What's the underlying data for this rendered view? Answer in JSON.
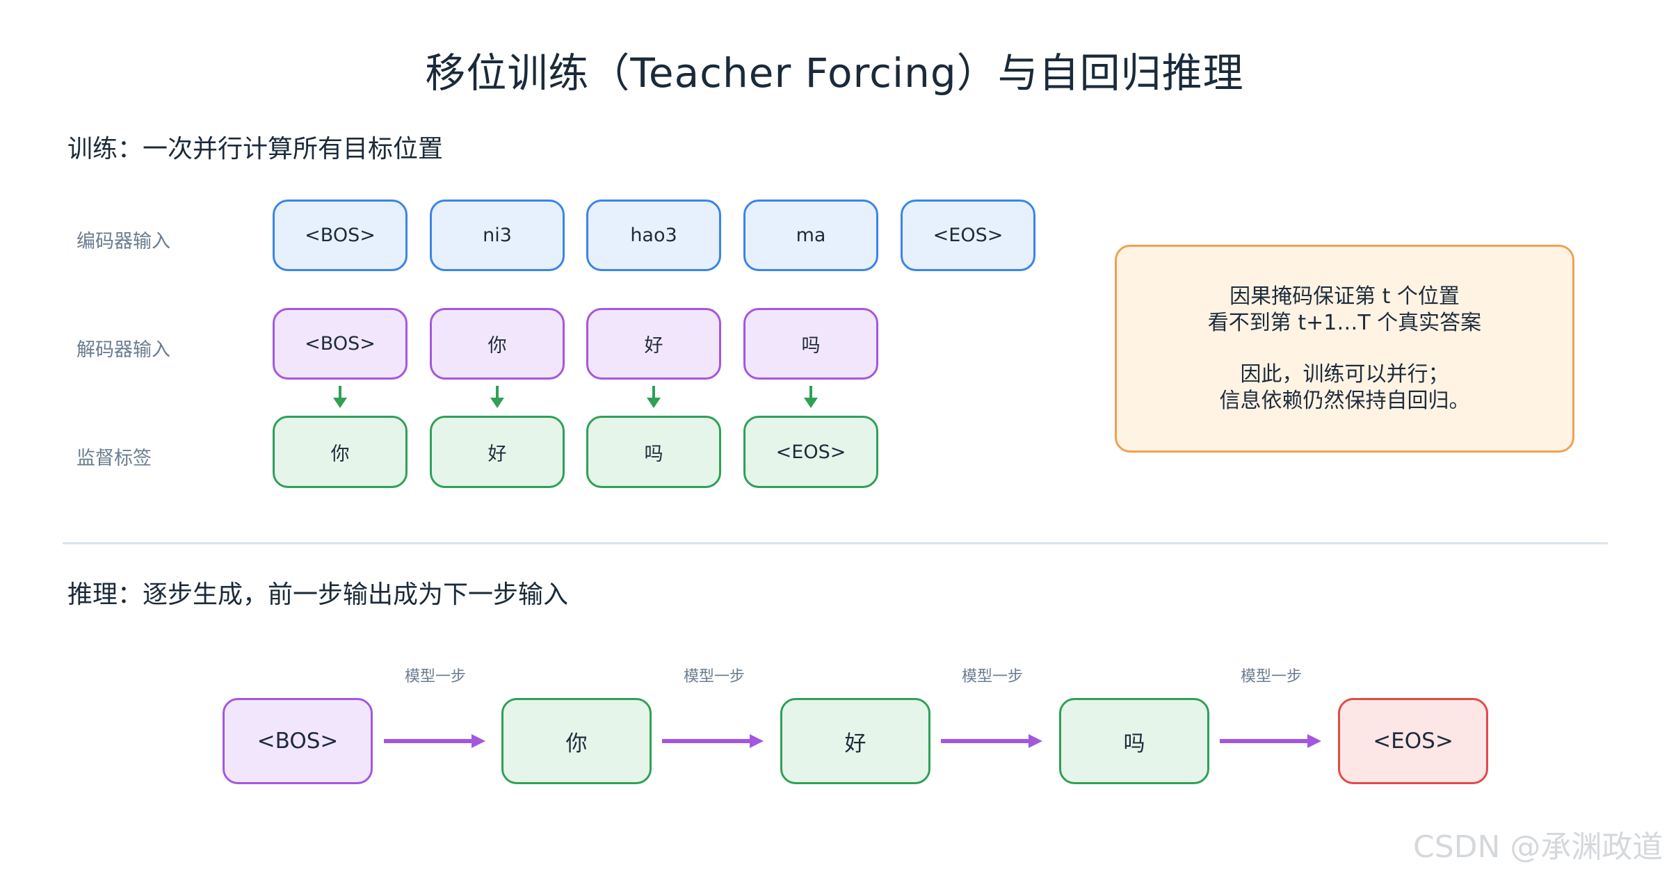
{
  "title": "移位训练（Teacher Forcing）与自回归推理",
  "training": {
    "heading": "训练：一次并行计算所有目标位置",
    "rows": {
      "encoder_label": "编码器输入",
      "decoder_label": "解码器输入",
      "supervision_label": "监督标签"
    },
    "encoder_tokens": [
      "<BOS>",
      "ni3",
      "hao3",
      "ma",
      "<EOS>"
    ],
    "decoder_tokens": [
      "<BOS>",
      "你",
      "好",
      "吗"
    ],
    "label_tokens": [
      "你",
      "好",
      "吗",
      "<EOS>"
    ]
  },
  "note": {
    "line1": "因果掩码保证第 t 个位置",
    "line2": "看不到第 t+1…T 个真实答案",
    "line3": "因此，训练可以并行；",
    "line4": "信息依赖仍然保持自回归。"
  },
  "inference": {
    "heading": "推理：逐步生成，前一步输出成为下一步输入",
    "tokens": [
      "<BOS>",
      "你",
      "好",
      "吗",
      "<EOS>"
    ],
    "step_label": "模型一步"
  },
  "colors": {
    "encoder": "#3a84e8",
    "decoder": "#a357e0",
    "supervision": "#2fa056",
    "eos_output": "#df4b4b",
    "note_border": "#f0a14f",
    "down_arrow": "#2fa056",
    "step_arrow": "#a357e0"
  },
  "watermark": "CSDN @承渊政道"
}
